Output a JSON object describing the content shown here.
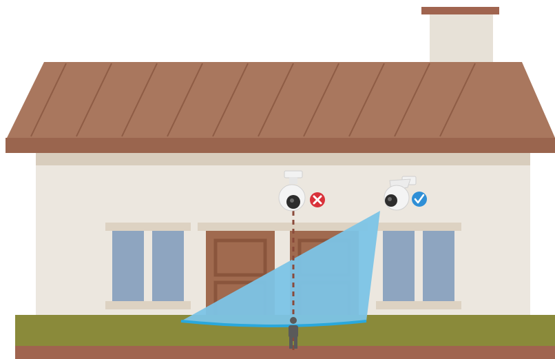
{
  "illustration": {
    "colors": {
      "roof": "#a9775e",
      "roof_eave": "#9a654e",
      "roof_rib": "#8e5c45",
      "chimney": "#e7e1d7",
      "chimney_cap": "#a0644f",
      "wall": "#ece7df",
      "wall_shadow": "#d8cdbd",
      "window_trim": "#ddd2c2",
      "window_glass": "#8ea5c0",
      "door": "#a06a4f",
      "door_panel": "#8a553c",
      "lawn": "#8a8a3a",
      "soil": "#a0644f",
      "fov": "#7cc4e6",
      "fov_edge": "#2aa8dc",
      "person": "#5a5a5a",
      "sightline": "#8a4a3a",
      "wrong_badge": "#d9323a",
      "right_badge": "#2f8fd6"
    },
    "camera_wrong": {
      "mount": "vertical-wall-down",
      "status_icon": "cross-icon",
      "status": "incorrect",
      "badge_glyph": "✕"
    },
    "camera_right": {
      "mount": "angled-wall",
      "status_icon": "check-icon",
      "status": "correct",
      "badge_glyph": "√"
    }
  }
}
